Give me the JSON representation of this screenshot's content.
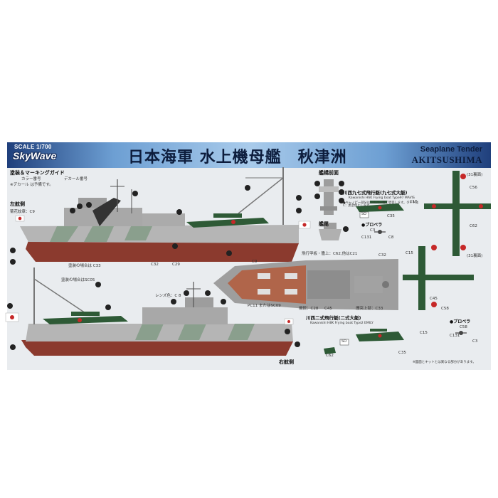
{
  "header": {
    "scale": "SCALE 1/700",
    "brand": "SkyWave",
    "title_jp": "日本海軍 水上機母艦　秋津洲",
    "title_en_1": "Seaplane Tender",
    "title_en_2": "AKITSUSHIMA"
  },
  "guide": {
    "title": "塗装＆マーキングガイド",
    "legend_color": "カラー番号",
    "legend_decal": "デカール番号",
    "legend_note": "※デカール は予備です。"
  },
  "port_side": {
    "label": "左舷側",
    "flag_label": "菊花紋章：C9",
    "callouts": [
      "C32",
      "C29",
      "C9"
    ],
    "paint_note_1": "塗装の場合はSC05",
    "paint_note_2": "塗装の場合は C33"
  },
  "starboard_side": {
    "label": "右舷側",
    "lens_label": "レンズ色：C 8"
  },
  "bridge_front": {
    "label": "艦橋前面"
  },
  "stern": {
    "label": "艦尾"
  },
  "deck": {
    "note_top": "飛行甲板・艦上：C62,他はC21",
    "c32": "C32",
    "pc11": "PC11 またはSC09",
    "c28": "機銃：C28",
    "c45": "C45",
    "c33": "煙突上部：C33",
    "c33b": "C33"
  },
  "mavis": {
    "title": "川西九七式飛行艇(九七式大艇)",
    "subtitle": "Kawanishi H6K Frying boat Type97 MAVIS",
    "note": "●キャノピー部分はシルバー等で塗装します。タイヤはC：黒塗色とします。",
    "propeller_title": "●プロペラ",
    "prop_c3": "C3",
    "prop_c131": "C131",
    "prop_c8": "C8",
    "c15": "C15",
    "c35": "C35",
    "c56": "C56",
    "c62": "C62",
    "c45": "C45",
    "c58": "C58",
    "decal_31_1": "(31裏面)",
    "decal_31_2": "(31裏面)",
    "so": "SO"
  },
  "emily": {
    "title": "川西二式飛行艇(二式大艇)",
    "subtitle": "Kawanishi H8K Frying boat Type2 EMILY",
    "propeller_title": "●プロペラ",
    "prop_c58": "C58",
    "prop_c131": "C131",
    "prop_c3": "C3",
    "c15": "C15",
    "c35": "C35",
    "c62": "C62",
    "so": "SO",
    "footnote": "※図面とキットとは異なる部分があります。"
  },
  "colors": {
    "banner_dark": "#1f3f7c",
    "banner_light": "#a9cbeb",
    "hull_red": "#8b3a2e",
    "deck_brown": "#b0654a",
    "hull_gray": "#bdbdbd",
    "seaplane_green": "#2e5a36",
    "callout_circle": "#222222"
  }
}
